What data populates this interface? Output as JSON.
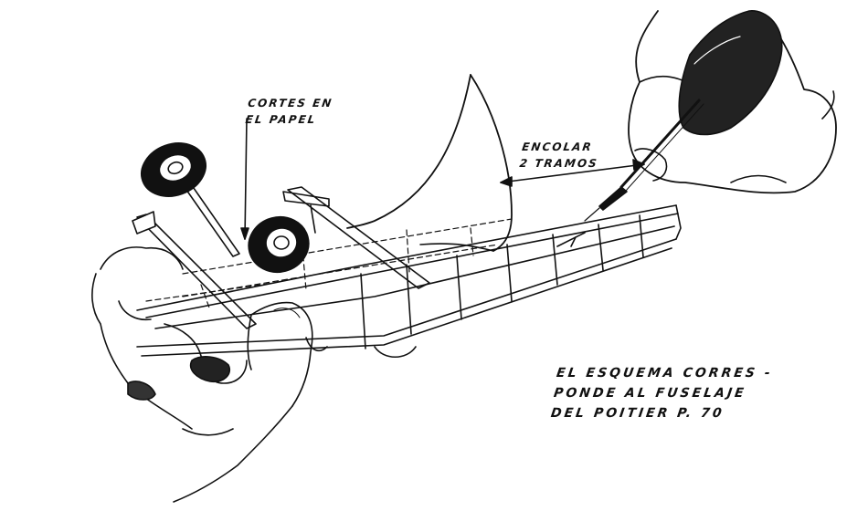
{
  "labels": {
    "cortes": [
      "CORTES EN",
      "EL PAPEL"
    ],
    "encolar": [
      "ENCOLAR",
      "2 TRAMOS"
    ],
    "esquema": [
      "EL ESQUEMA CORRES -",
      "PONDE AL FUSELAJE",
      "DEL POITIER P. 70"
    ]
  },
  "colors": {
    "ink": "#111111",
    "paper": "#ffffff"
  }
}
